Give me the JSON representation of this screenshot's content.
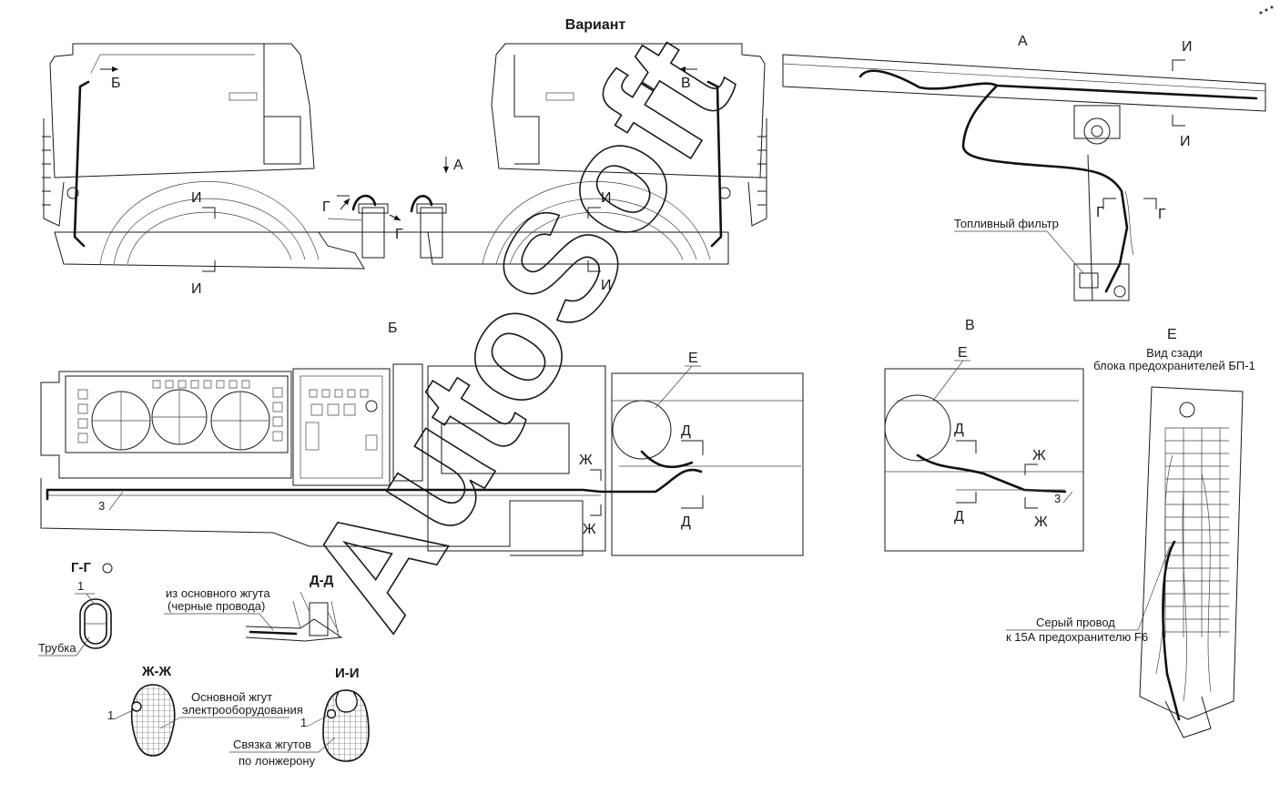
{
  "views": {
    "variant": "Вариант",
    "a": "А",
    "b": "Б",
    "v": "В",
    "e_title": "Е",
    "e_sub1": "Вид сзади",
    "e_sub2": "блока предохранителей БП-1"
  },
  "sections": {
    "gg": "Г-Г",
    "dd": "Д-Д",
    "zhzh": "Ж-Ж",
    "ii": "И-И"
  },
  "markers": {
    "b": "Б",
    "v": "В",
    "a": "А",
    "i": "И",
    "g": "Г",
    "d": "Д",
    "zh": "Ж",
    "e": "Е"
  },
  "callouts": {
    "fuel_filter": "Топливный фильтр",
    "main_harness_line1": "из основного жгута",
    "main_harness_line2": "(черные провода)",
    "tube": "Трубка",
    "main_harness_el1": "Основной жгут",
    "main_harness_el2": "электрооборудования",
    "bundle1": "Связка жгутов",
    "bundle2": "по лонжерону",
    "grey_wire1": "Серый провод",
    "grey_wire2": "к 15А предохранителю F6",
    "pos1": "1",
    "pos3": "3"
  },
  "watermark": "AutoSoft"
}
